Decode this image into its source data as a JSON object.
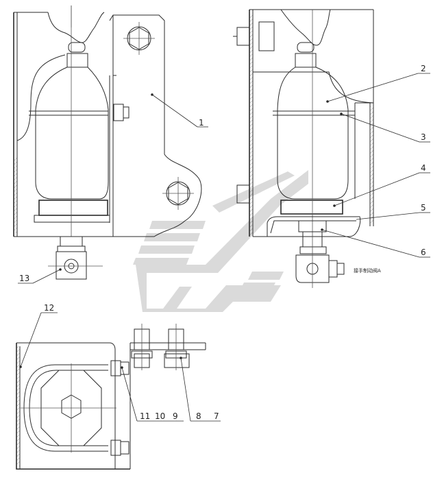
{
  "part_labels": {
    "p1": "1",
    "p2": "2",
    "p3": "3",
    "p4": "4",
    "p5": "5",
    "p6": "6",
    "p7": "7",
    "p8": "8",
    "p9": "9",
    "p10": "10",
    "p11": "11",
    "p12": "12",
    "p13": "13"
  },
  "annotation": "接手制动阀A",
  "colors": {
    "line": "#2a2a2a",
    "watermark": "#d6d6d6",
    "background": "#ffffff"
  }
}
